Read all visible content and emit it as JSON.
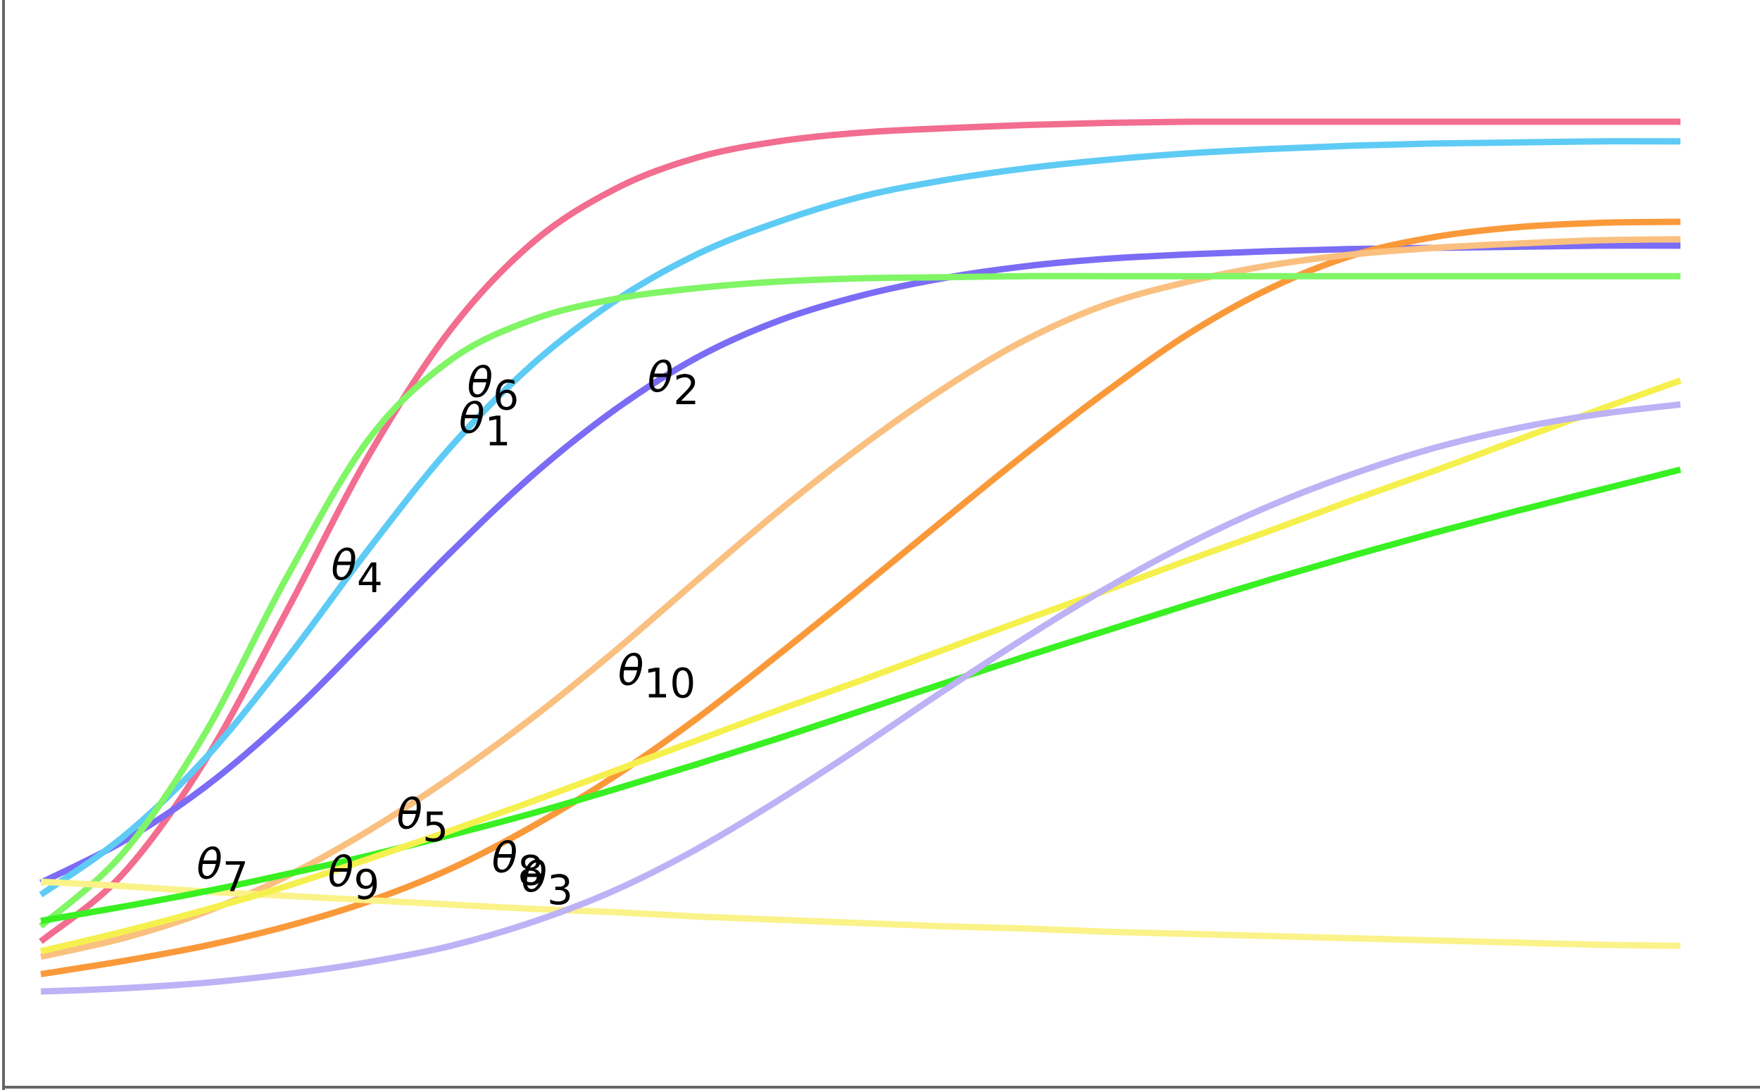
{
  "chart_data": {
    "type": "line",
    "title": "",
    "xlabel": "",
    "ylabel": "",
    "grid": false,
    "legend": "none",
    "xlim": [
      0,
      10
    ],
    "ylim": [
      0,
      1
    ],
    "x": [
      0,
      0.5,
      1,
      1.5,
      2,
      2.5,
      3,
      3.5,
      4,
      4.5,
      5,
      5.5,
      6,
      6.5,
      7,
      7.5,
      8,
      8.5,
      9,
      9.5,
      10
    ],
    "series": [
      {
        "label_base": "θ",
        "label_sub": "1",
        "color": "#f26d8f",
        "label_at": [
          2.55,
          0.602
        ],
        "values": [
          0.134,
          0.196,
          0.3,
          0.438,
          0.581,
          0.697,
          0.777,
          0.826,
          0.855,
          0.87,
          0.878,
          0.882,
          0.885,
          0.887,
          0.888,
          0.888,
          0.888,
          0.888,
          0.888,
          0.888,
          0.888
        ]
      },
      {
        "label_base": "θ",
        "label_sub": "2",
        "color": "#7b6cf5",
        "label_at": [
          3.7,
          0.64
        ],
        "values": [
          0.188,
          0.226,
          0.276,
          0.34,
          0.415,
          0.492,
          0.563,
          0.623,
          0.671,
          0.705,
          0.728,
          0.744,
          0.755,
          0.762,
          0.766,
          0.769,
          0.771,
          0.772,
          0.773,
          0.774,
          0.774
        ]
      },
      {
        "label_base": "θ",
        "label_sub": "3",
        "color": "#fa993a",
        "label_at": [
          2.93,
          0.18
        ],
        "values": [
          0.104,
          0.116,
          0.13,
          0.148,
          0.171,
          0.201,
          0.24,
          0.286,
          0.339,
          0.398,
          0.459,
          0.521,
          0.582,
          0.64,
          0.693,
          0.735,
          0.765,
          0.782,
          0.791,
          0.795,
          0.796
        ]
      },
      {
        "label_base": "θ",
        "label_sub": "4",
        "color": "#5ecbf5",
        "label_at": [
          1.77,
          0.467
        ],
        "values": [
          0.177,
          0.23,
          0.302,
          0.394,
          0.495,
          0.589,
          0.665,
          0.723,
          0.766,
          0.796,
          0.819,
          0.834,
          0.845,
          0.853,
          0.859,
          0.863,
          0.866,
          0.868,
          0.869,
          0.87,
          0.87
        ]
      },
      {
        "label_base": "θ",
        "label_sub": "5",
        "color": "#fac080",
        "label_at": [
          2.17,
          0.238
        ],
        "values": [
          0.12,
          0.137,
          0.161,
          0.194,
          0.236,
          0.285,
          0.34,
          0.401,
          0.466,
          0.53,
          0.589,
          0.642,
          0.687,
          0.72,
          0.741,
          0.756,
          0.766,
          0.772,
          0.776,
          0.779,
          0.78
        ]
      },
      {
        "label_base": "θ",
        "label_sub": "6",
        "color": "#80f565",
        "label_at": [
          2.6,
          0.635
        ],
        "values": [
          0.148,
          0.215,
          0.325,
          0.469,
          0.596,
          0.669,
          0.706,
          0.725,
          0.735,
          0.741,
          0.744,
          0.745,
          0.746,
          0.746,
          0.746,
          0.746,
          0.746,
          0.746,
          0.746,
          0.746,
          0.746
        ]
      },
      {
        "label_base": "θ",
        "label_sub": "7",
        "color": "#fbf28a",
        "label_at": [
          0.95,
          0.192
        ],
        "values": [
          0.189,
          0.185,
          0.18,
          0.176,
          0.172,
          0.168,
          0.164,
          0.161,
          0.157,
          0.154,
          0.151,
          0.148,
          0.146,
          0.143,
          0.141,
          0.139,
          0.137,
          0.135,
          0.133,
          0.131,
          0.13
        ]
      },
      {
        "label_base": "θ",
        "label_sub": "8",
        "color": "#39f022",
        "label_at": [
          2.75,
          0.198
        ],
        "values": [
          0.153,
          0.166,
          0.18,
          0.196,
          0.213,
          0.232,
          0.252,
          0.274,
          0.297,
          0.321,
          0.346,
          0.371,
          0.396,
          0.42,
          0.444,
          0.467,
          0.489,
          0.51,
          0.53,
          0.549,
          0.568
        ]
      },
      {
        "label_base": "θ",
        "label_sub": "9",
        "color": "#f5f04e",
        "label_at": [
          1.75,
          0.185
        ],
        "values": [
          0.125,
          0.143,
          0.163,
          0.185,
          0.21,
          0.236,
          0.263,
          0.291,
          0.319,
          0.347,
          0.374,
          0.402,
          0.43,
          0.457,
          0.485,
          0.512,
          0.54,
          0.567,
          0.595,
          0.623,
          0.65
        ]
      },
      {
        "label_base": "θ",
        "label_sub": "10",
        "color": "#bdb2f5",
        "label_at": [
          3.52,
          0.37
        ],
        "values": [
          0.088,
          0.091,
          0.096,
          0.104,
          0.115,
          0.13,
          0.152,
          0.181,
          0.219,
          0.264,
          0.313,
          0.364,
          0.413,
          0.459,
          0.5,
          0.535,
          0.564,
          0.588,
          0.606,
          0.619,
          0.628
        ]
      }
    ]
  }
}
